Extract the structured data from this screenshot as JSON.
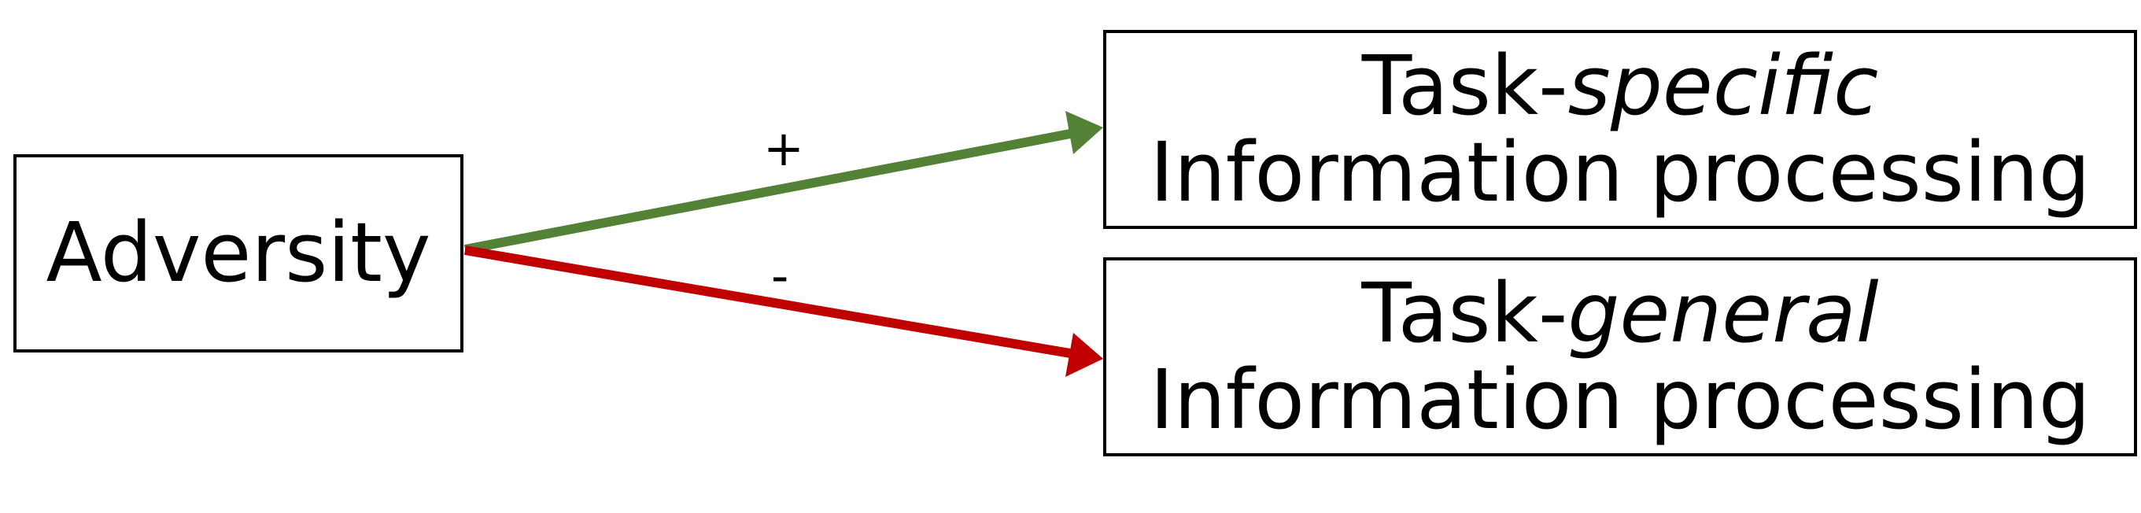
{
  "nodes": {
    "adversity": {
      "label": "Adversity"
    },
    "specific": {
      "prefix": "Task-",
      "emphasis": "specific",
      "second_line": "Information processing"
    },
    "general": {
      "prefix": "Task-",
      "emphasis": "general",
      "second_line": "Information processing"
    }
  },
  "edges": {
    "positive": {
      "label": "+",
      "color": "#538135"
    },
    "negative": {
      "label": "-",
      "color": "#c00000"
    }
  }
}
